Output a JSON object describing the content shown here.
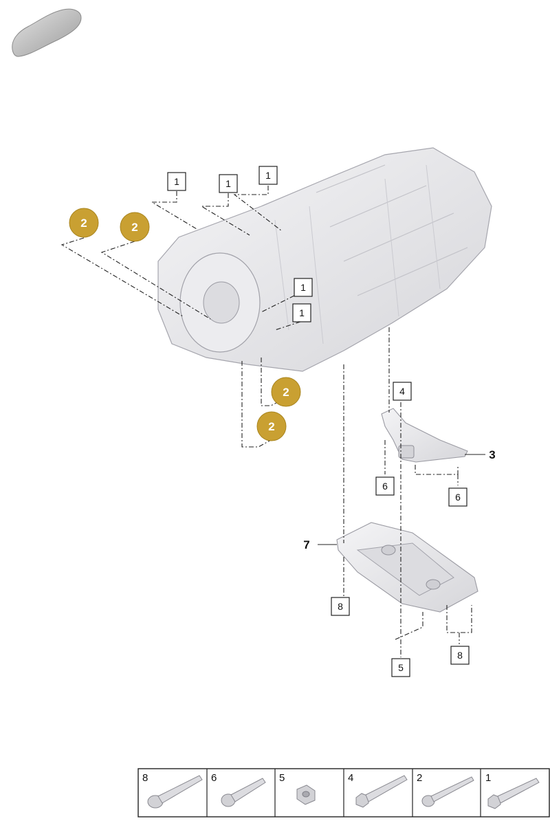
{
  "callouts": {
    "sq_1a": "1",
    "sq_1b": "1",
    "sq_1c": "1",
    "sq_1d": "1",
    "sq_1e": "1",
    "gold_2a": "2",
    "gold_2b": "2",
    "gold_2c": "2",
    "gold_2d": "2",
    "plain_3": "3",
    "sq_4": "4",
    "sq_5": "5",
    "sq_6a": "6",
    "sq_6b": "6",
    "plain_7": "7",
    "sq_8a": "8",
    "sq_8b": "8"
  },
  "legend": [
    {
      "number": "8",
      "icon": "flange-bolt-icon"
    },
    {
      "number": "6",
      "icon": "torx-bolt-icon"
    },
    {
      "number": "5",
      "icon": "hex-nut-icon"
    },
    {
      "number": "4",
      "icon": "hex-bolt-icon"
    },
    {
      "number": "2",
      "icon": "long-torx-bolt-icon"
    },
    {
      "number": "1",
      "icon": "hex-bolt-icon"
    }
  ],
  "colors": {
    "gold_badge": "#c9a032",
    "part_fill": "#e9e9ec",
    "line": "#222222"
  }
}
